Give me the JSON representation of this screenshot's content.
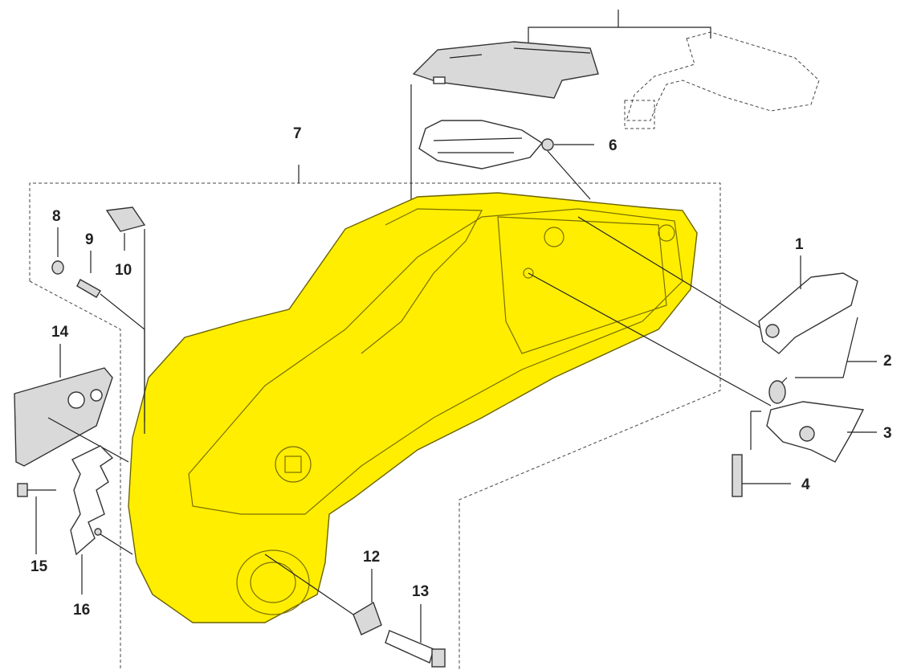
{
  "diagram": {
    "title": "Chainsaw clutch cover / housing exploded parts view",
    "labels": {
      "p1": "1",
      "p2": "2",
      "p3": "3",
      "p4": "4",
      "p6": "6",
      "p7": "7",
      "p8": "8",
      "p9": "9",
      "p10": "10",
      "p12": "12",
      "p13": "13",
      "p14": "14",
      "p15": "15",
      "p16": "16"
    },
    "colors": {
      "housing": "#ffee00",
      "outline": "#333333"
    }
  }
}
